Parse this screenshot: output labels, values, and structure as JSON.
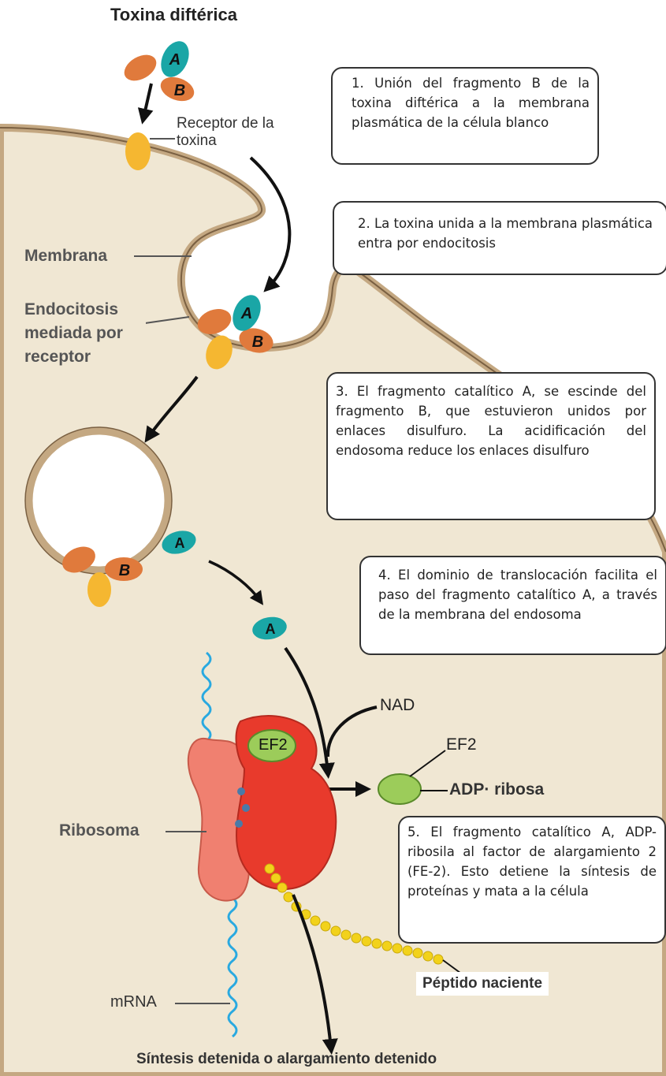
{
  "title": "Toxina diftérica",
  "labels": {
    "receptor": "Receptor de la toxina",
    "membrana": "Membrana",
    "endocitosis": "Endocitosis mediada por receptor",
    "ribosoma": "Ribosoma",
    "mrna": "mRNA",
    "nad": "NAD",
    "ef2_top": "EF2",
    "adp_ribosa": "ADP· ribosa",
    "ef2_ribosome": "EF2",
    "peptido": "Péptido naciente",
    "sintesis": "Síntesis detenida o alargamiento detenido"
  },
  "fragments": {
    "a": "A",
    "b": "B"
  },
  "steps": [
    "1. Unión del fragmento B de la toxina diftérica a la membrana plasmática de la célula blanco",
    "2. La toxina unida a la membrana plasmática entra por endocitosis",
    "3. El fragmento catalítico A, se escinde del fragmento B, que estuvieron unidos por enlaces disulfuro. La acidificación del endosoma reduce los enlaces disulfuro",
    "4. El dominio de translocación facilita el paso del fragmento catalítico A, a través de la membrana del endosoma",
    "5. El fragmento catalítico A, ADP-ribosila al factor de alargamiento 2 (FE-2). Esto detiene la síntesis de proteínas y mata a la célula"
  ],
  "colors": {
    "cytoplasm": "#f0e7d3",
    "membrane": "#c4a882",
    "fragment_a": "#1aa6a6",
    "fragment_b": "#e07a3c",
    "receptor": "#f5b731",
    "ribosome": "#e83a2c",
    "ef2": "#9ccc5a",
    "mrna": "#29a9e0",
    "peptide": "#f2d21b"
  }
}
